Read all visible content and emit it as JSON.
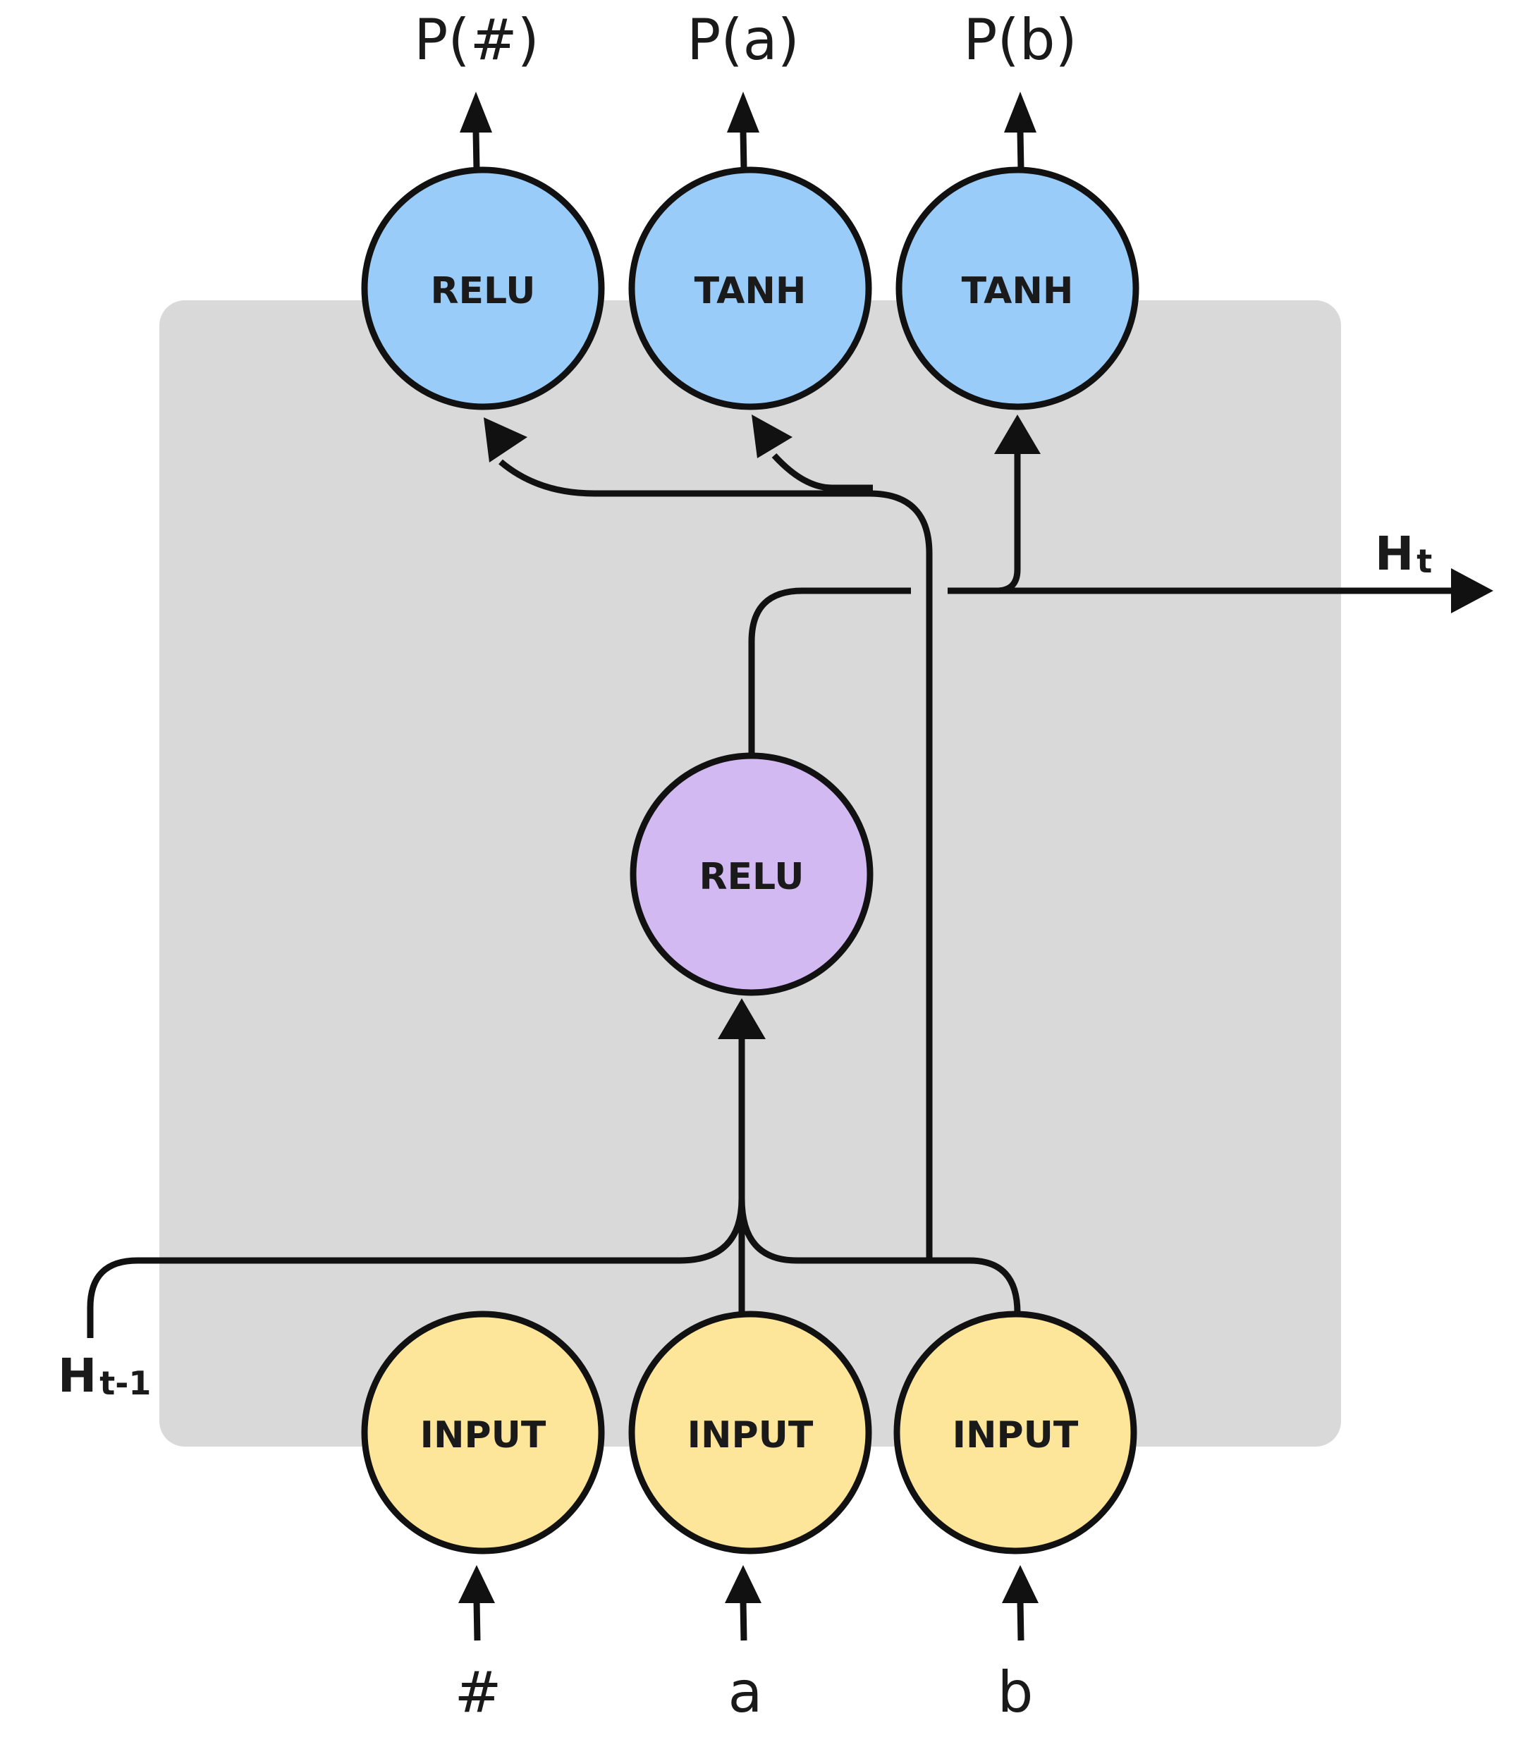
{
  "colors": {
    "background": "#ffffff",
    "panel": "#d9d9d9",
    "output_node": "#99ccf9",
    "hidden_node": "#d3b9f2",
    "input_node": "#fde59a",
    "stroke": "#111111"
  },
  "output_nodes": [
    {
      "label": "RELU",
      "output": "P(#)"
    },
    {
      "label": "TANH",
      "output": "P(a)"
    },
    {
      "label": "TANH",
      "output": "P(b)"
    }
  ],
  "hidden_node": {
    "label": "RELU"
  },
  "input_nodes": [
    {
      "label": "INPUT",
      "input": "#"
    },
    {
      "label": "INPUT",
      "input": "a"
    },
    {
      "label": "INPUT",
      "input": "b"
    }
  ],
  "state_out": {
    "main": "H",
    "sub": "t"
  },
  "state_in": {
    "main": "H",
    "sub": "t-1"
  }
}
